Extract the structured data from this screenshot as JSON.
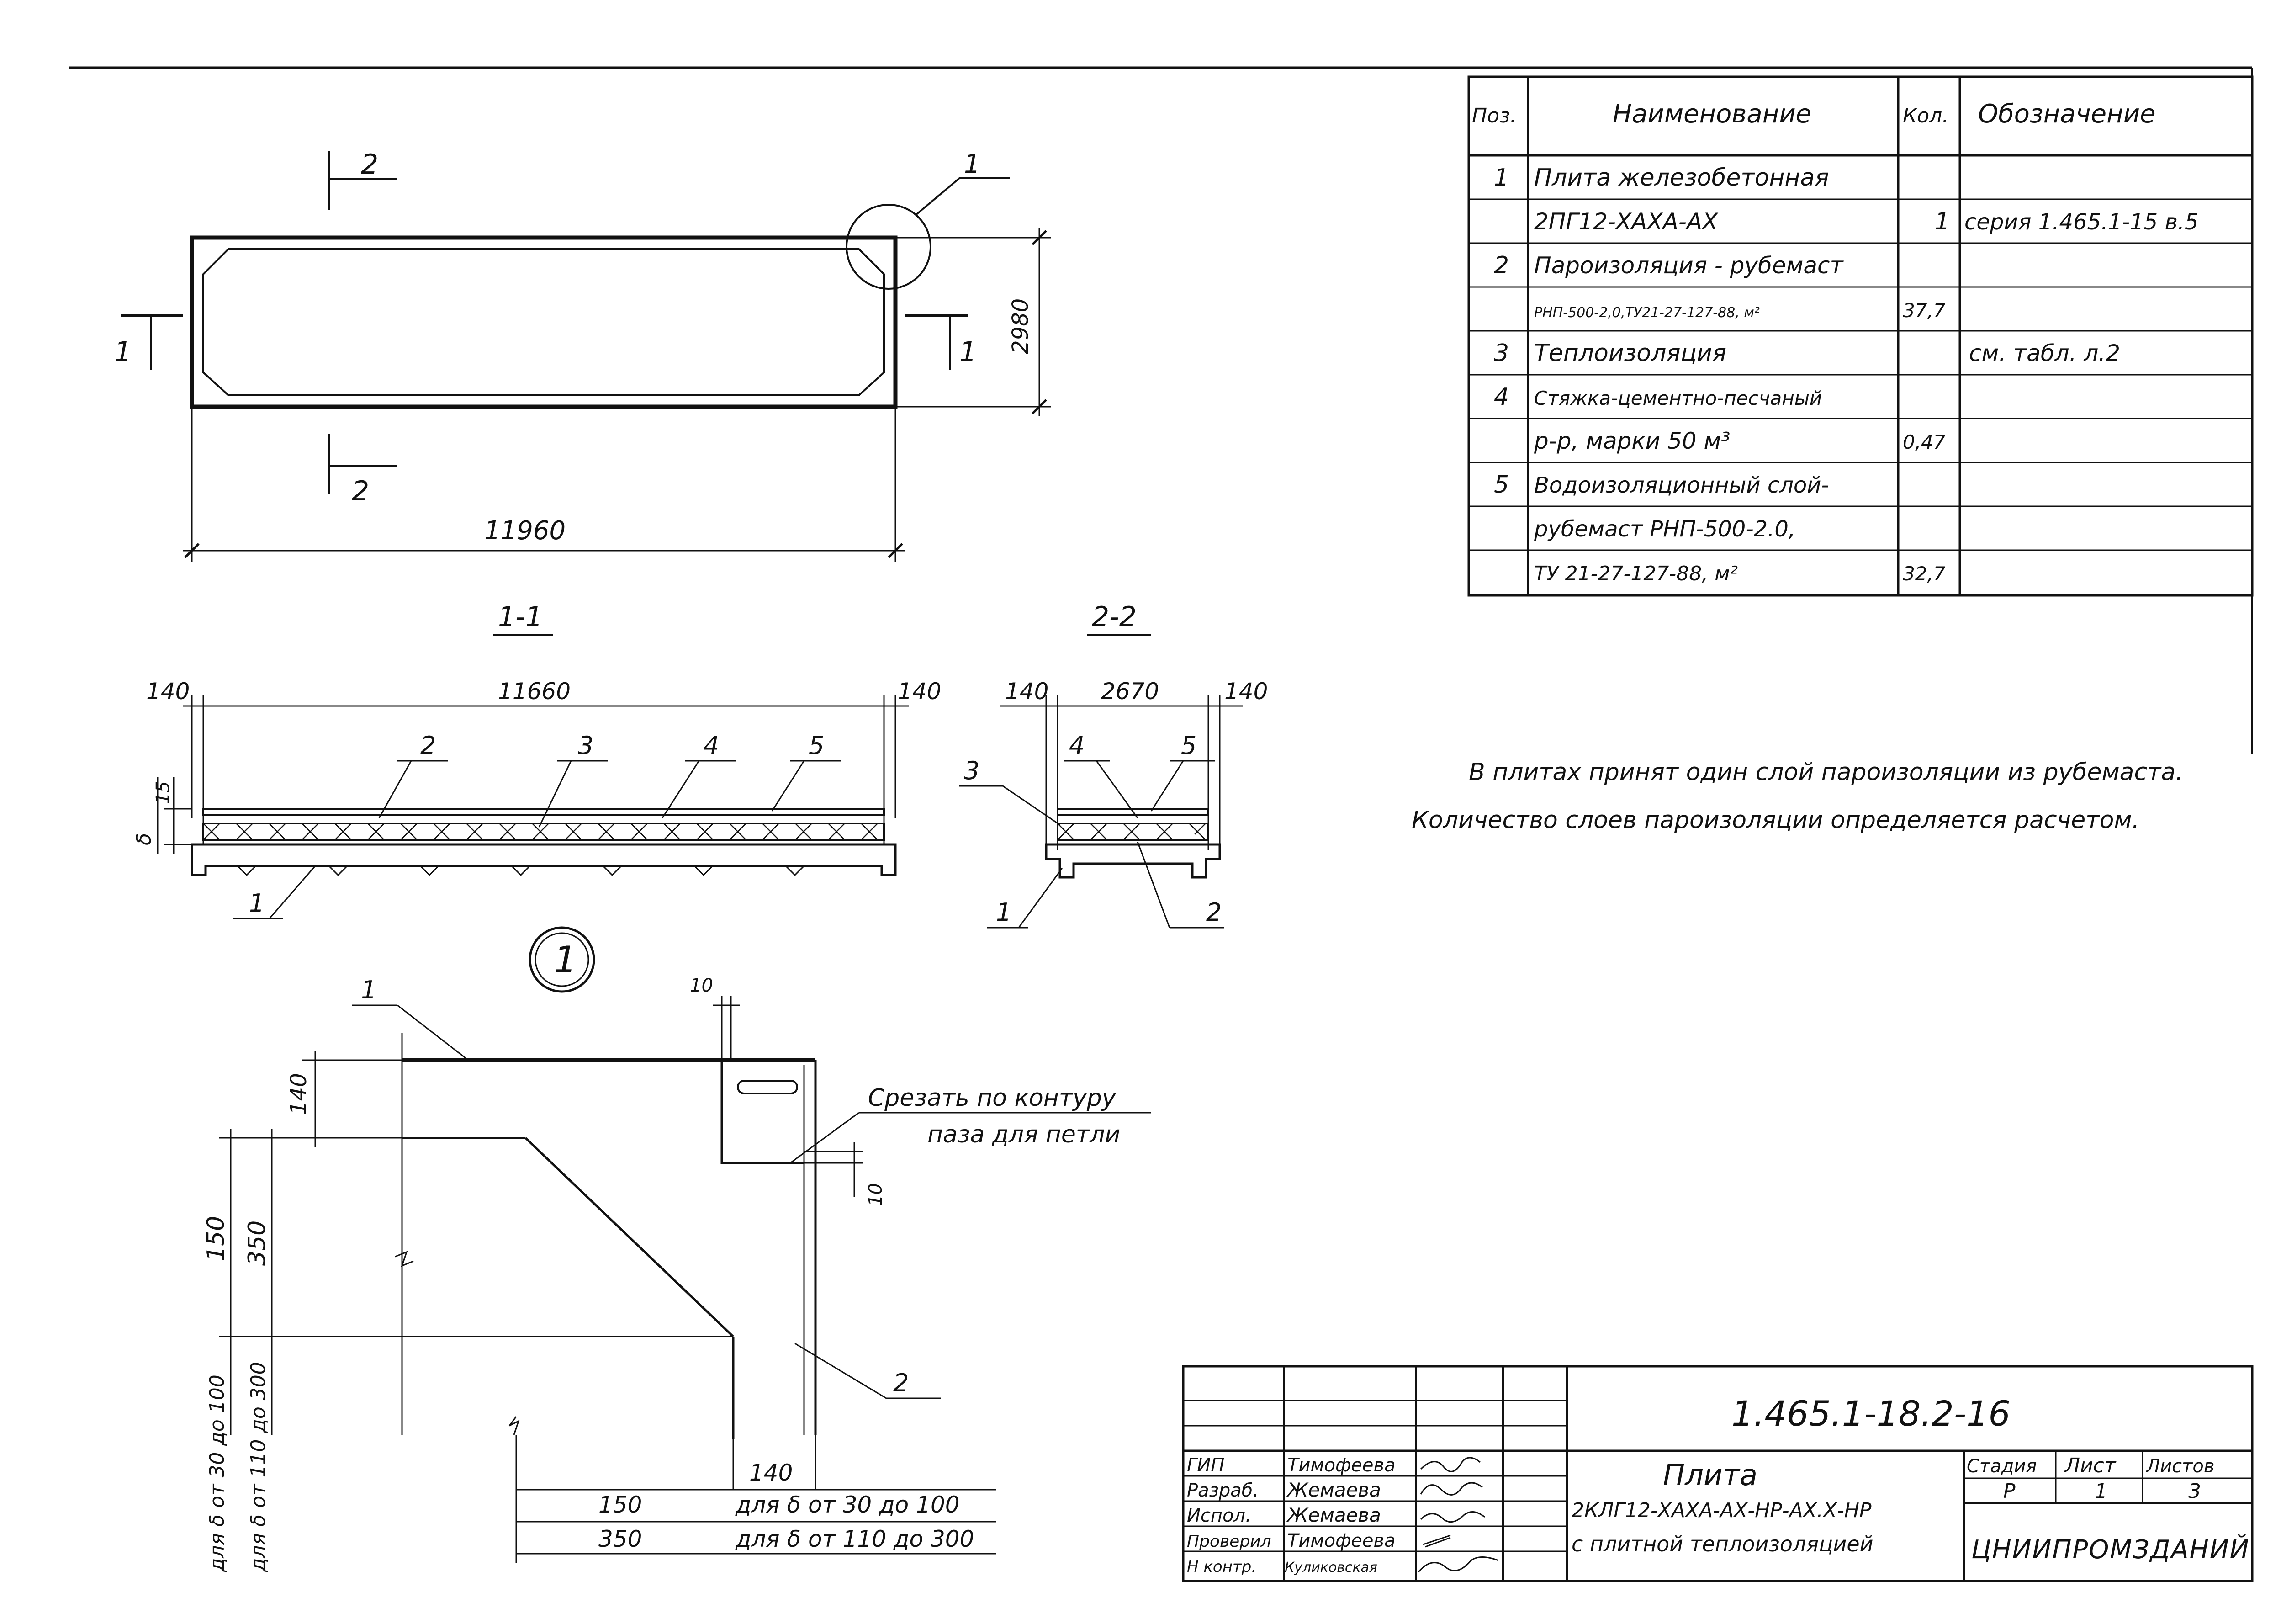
{
  "plan": {
    "dim_length": "11960",
    "dim_width": "2980",
    "cut_1": "1",
    "cut_2": "2",
    "callout": "1"
  },
  "section_1_1": {
    "title": "1-1",
    "dim_left": "140",
    "dim_mid": "11660",
    "dim_right": "140",
    "dim_height": "δ",
    "dim_15": "15",
    "pos_labels": [
      "2",
      "3",
      "4",
      "5",
      "1"
    ]
  },
  "section_2_2": {
    "title": "2-2",
    "dim_left": "140",
    "dim_mid": "2670",
    "dim_right": "140",
    "pos_labels": [
      "3",
      "4",
      "5",
      "1",
      "2"
    ]
  },
  "detail": {
    "title": "1",
    "dim_top_10": "10",
    "dim_140_v": "140",
    "dim_150_v": "150",
    "dim_350_v": "350",
    "dim_range_1": "для δ от 30 до 100",
    "dim_range_2": "для δ от 110 до 300",
    "note_cut": "Срезать по контуру",
    "note_cut2": "паза для петли",
    "dim_right_10": "10",
    "label_1": "1",
    "label_2": "2",
    "dim_140_h": "140",
    "row1_value": "150",
    "row1_text": "для δ от 30 до 100",
    "row2_value": "350",
    "row2_text": "для δ от 110 до 300"
  },
  "spec_table": {
    "headers": [
      "Поз.",
      "Наименование",
      "Кол.",
      "Обозначение"
    ],
    "rows": [
      [
        "1",
        "Плита железобетонная",
        "",
        ""
      ],
      [
        "",
        "2ПГ12-ХАХА-АХ",
        "1",
        "серия 1.465.1-15 в.5"
      ],
      [
        "2",
        "Пароизоляция - рубемаст",
        "",
        ""
      ],
      [
        "",
        "РНП-500-2,0,ТУ21-27-127-88,  м²",
        "37,7",
        ""
      ],
      [
        "3",
        "Теплоизоляция",
        "",
        "см. табл. л.2"
      ],
      [
        "4",
        "Стяжка-цементно-песчаный",
        "",
        ""
      ],
      [
        "",
        "р-р, марки 50          м³",
        "0,47",
        ""
      ],
      [
        "5",
        "Водоизоляционный слой-",
        "",
        ""
      ],
      [
        "",
        "рубемаст РНП-500-2.0,",
        "",
        ""
      ],
      [
        "",
        "ТУ 21-27-127-88,          м²",
        "32,7",
        ""
      ]
    ]
  },
  "notes": [
    "В плитах принят один слой пароизоляции из рубемаста.",
    "Количество слоев пароизоляции определяется расчетом."
  ],
  "title_block": {
    "code": "1.465.1-18.2-16",
    "roles": [
      "ГИП",
      "Разраб.",
      "Испол.",
      "Проверил",
      "Н контр."
    ],
    "names": [
      "Тимофеева",
      "Жемаева",
      "Жемаева",
      "Тимофеева",
      "Куликовская"
    ],
    "title_1": "Плита",
    "title_2": "2КЛГ12-ХАХА-АХ-НР-АХ.Х-НР",
    "title_3": "с плитной теплоизоляцией",
    "stage_header": "Стадия",
    "sheet_header": "Лист",
    "sheets_header": "Листов",
    "stage": "Р",
    "sheet": "1",
    "sheets": "3",
    "org": "ЦНИИПРОМЗДАНИЙ"
  }
}
